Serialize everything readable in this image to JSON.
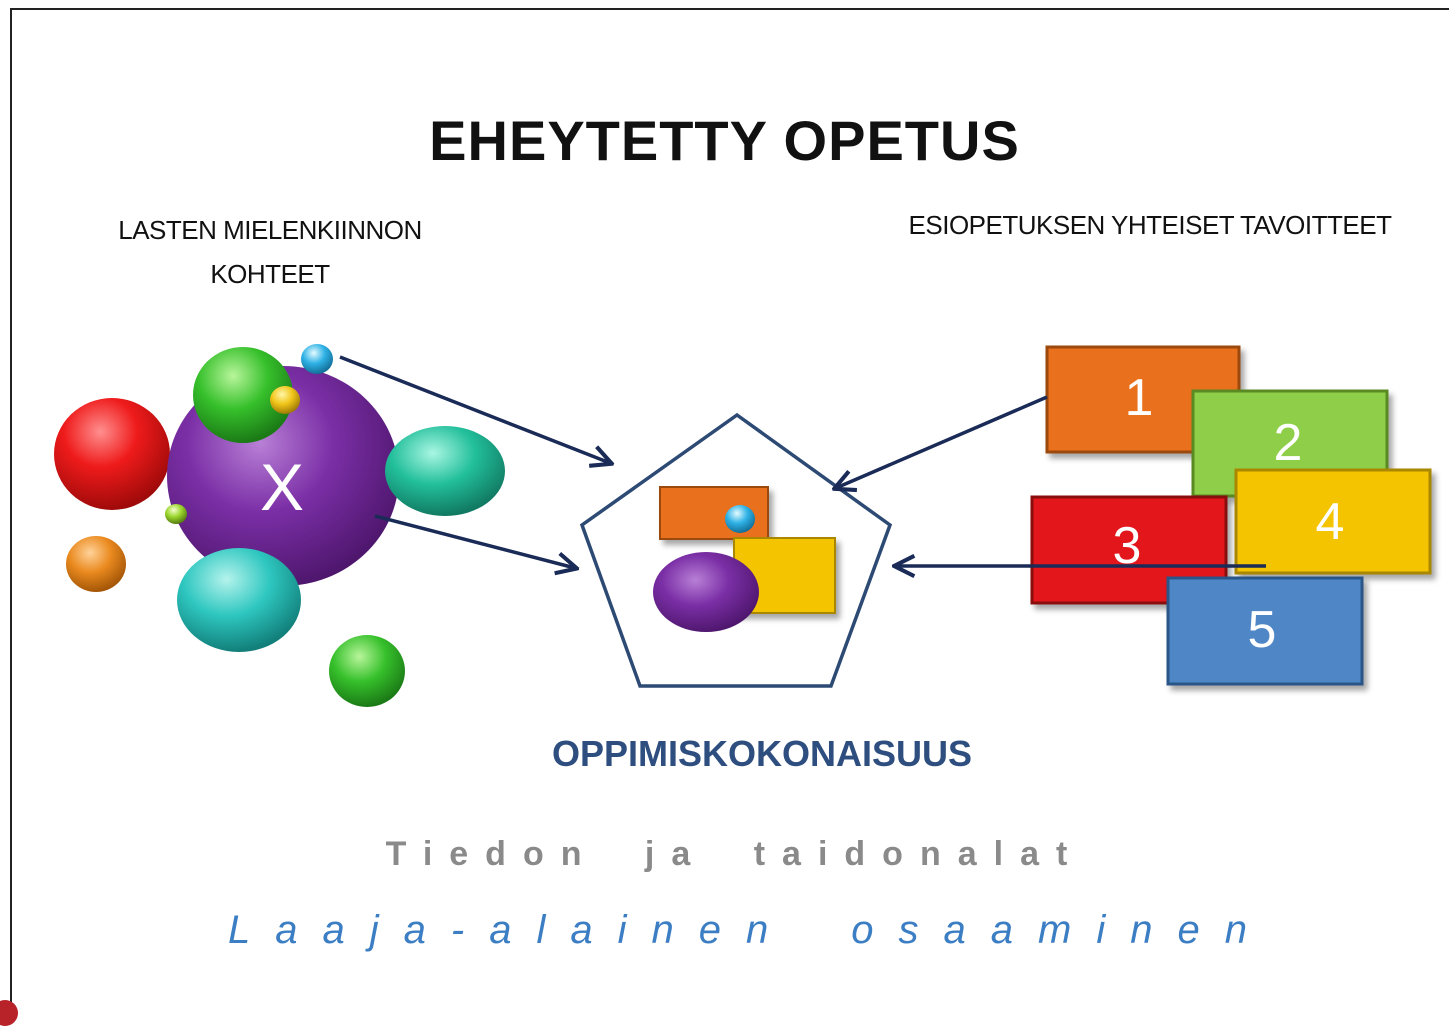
{
  "title": "EHEYTETTY OPETUS",
  "left_label_line1": "LASTEN MIELENKIINNON",
  "left_label_line2": "KOHTEET",
  "right_label": "ESIOPETUKSEN YHTEISET TAVOITTEET",
  "center_label": "OPPIMISKOKONAISUUS",
  "subtitle_1": "Tiedon ja taidonalat",
  "subtitle_2": "Laaja-alainen osaaminen",
  "bubble_center_label": "X",
  "boxes": [
    {
      "label": "1",
      "color": "#e9701b"
    },
    {
      "label": "2",
      "color": "#8fce48"
    },
    {
      "label": "3",
      "color": "#e3161d"
    },
    {
      "label": "4",
      "color": "#f5c400"
    },
    {
      "label": "5",
      "color": "#4f86c6"
    }
  ],
  "colors": {
    "arrow": "#1b2b57",
    "pentagon": "#2d4a74",
    "purple": "#7a2fa3",
    "green": "#2fb52f",
    "red": "#e2141c",
    "teal": "#22bf9b",
    "orange": "#e88a1f",
    "cyan_drop": "#2aaee0"
  }
}
